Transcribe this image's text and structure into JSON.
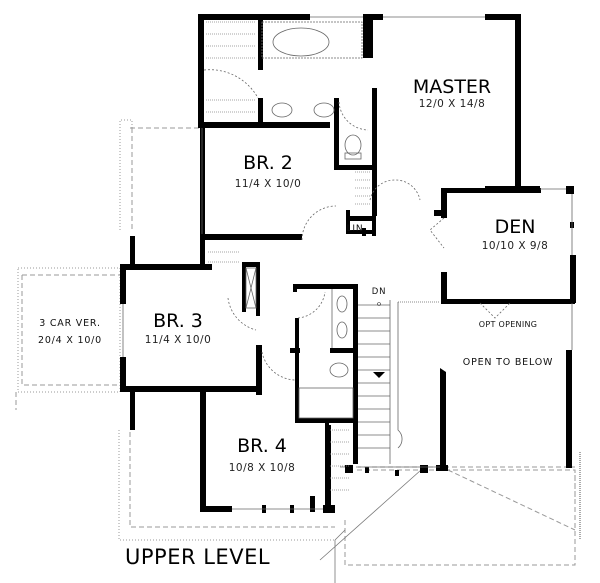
{
  "plan": {
    "title": "UPPER LEVEL",
    "rooms": [
      {
        "id": "master",
        "name": "MASTER",
        "dimensions": "12/0 X 14/8"
      },
      {
        "id": "br2",
        "name": "BR. 2",
        "dimensions": "11/4 X 10/0"
      },
      {
        "id": "den",
        "name": "DEN",
        "dimensions": "10/10 X 9/8"
      },
      {
        "id": "br3",
        "name": "BR. 3",
        "dimensions": "11/4 X 10/0"
      },
      {
        "id": "br4",
        "name": "BR. 4",
        "dimensions": "10/8 X 10/8"
      },
      {
        "id": "car_veranda",
        "name": "3 CAR VER.",
        "dimensions": "20/4 X 10/0"
      }
    ],
    "labels": {
      "linen": "LIN",
      "stair_down": "DN",
      "opt_opening": "OPT OPENING",
      "open_to_below": "OPEN TO BELOW"
    },
    "colors": {
      "wall": "#000000",
      "fixture": "#555555",
      "dashed_outline": "#888888",
      "background": "#ffffff"
    }
  }
}
